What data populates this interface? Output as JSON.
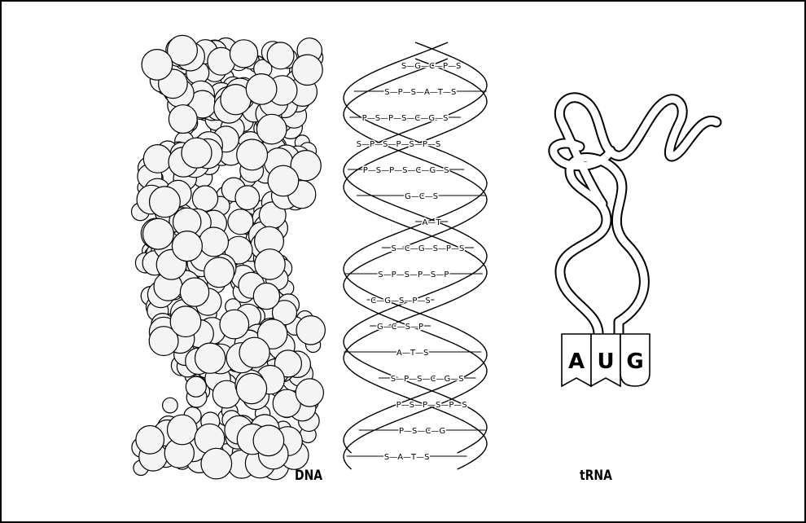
{
  "labels": {
    "dna": "DNA",
    "trna": "tRNA"
  },
  "codon": [
    "A",
    "U",
    "G"
  ],
  "ladder": {
    "rows": [
      "S—G—C—P—S",
      "S—P—S—A—T—S",
      "P—S—P—S—C—G—S",
      "S—P—S—P—S—P—S",
      "P—S—P—S—C—G—S",
      "G—C—S",
      "A—T",
      "S—C—G—S—P—S",
      "S—P—S—P—S—P",
      "C—G—S—P—S",
      "G—C—S—P",
      "A—T—S",
      "S—P—S—C—G—S",
      "P—S—P—S—P—S",
      "P—S—C—G",
      "S—A—T—S"
    ]
  },
  "colors": {
    "ink": "#000000",
    "paper": "#ffffff",
    "sphere_fill": "#f4f4f4"
  }
}
